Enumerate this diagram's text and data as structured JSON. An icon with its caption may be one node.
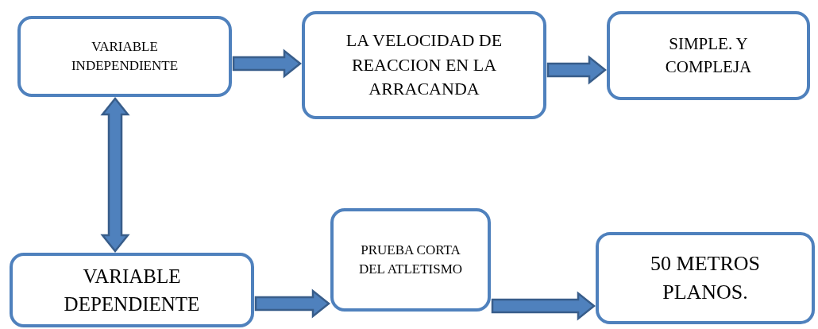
{
  "diagram": {
    "nodes": [
      {
        "text": [
          "VARIABLE INDEPENDIENTE"
        ]
      },
      {
        "text": [
          "LA VELOCIDAD DE REACCION EN LA ARRACANDA"
        ]
      },
      {
        "text": [
          "SIMPLE. Y COMPLEJA"
        ]
      },
      {
        "text": [
          "VARIABLE DEPENDIENTE"
        ]
      },
      {
        "text": [
          "PRUEBA CORTA DEL ATLETISMO"
        ]
      },
      {
        "text": [
          "50 METROS PLANOS."
        ]
      }
    ],
    "edges": [
      {
        "from": 0,
        "to": 1,
        "arrow": "to"
      },
      {
        "from": 1,
        "to": 2,
        "arrow": "to"
      },
      {
        "from": 0,
        "to": 3,
        "arrow": "both"
      },
      {
        "from": 3,
        "to": 4,
        "arrow": "to"
      },
      {
        "from": 4,
        "to": 5,
        "arrow": "to"
      }
    ]
  }
}
